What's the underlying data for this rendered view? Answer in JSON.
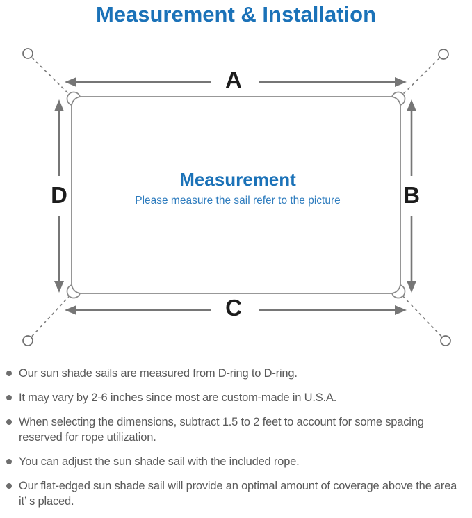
{
  "header": {
    "title": "Measurement & Installation"
  },
  "diagram": {
    "dimension_labels": {
      "top": "A",
      "right": "B",
      "bottom": "C",
      "left": "D"
    },
    "center": {
      "title": "Measurement",
      "subtitle": "Please measure the sail refer to the picture"
    },
    "icons": {
      "anchor_ring": "anchor-ring-icon",
      "d_ring": "d-ring-icon"
    }
  },
  "notes": {
    "items": [
      "Our sun shade sails are measured from D-ring to D-ring.",
      "It may vary by 2-6 inches since most are custom-made in U.S.A.",
      "When selecting the dimensions, subtract 1.5 to 2 feet to account for some spacing reserved for rope utilization.",
      "You can adjust the sun shade sail with the included rope.",
      "Our flat-edged sun shade sail will provide an optimal amount of coverage above the area it’ s placed."
    ]
  },
  "colors": {
    "accent_blue": "#1b72b8",
    "subtitle_blue": "#2e7cbe",
    "diagram_gray": "#7d7d7d",
    "note_text_gray": "#5a5a5a"
  }
}
